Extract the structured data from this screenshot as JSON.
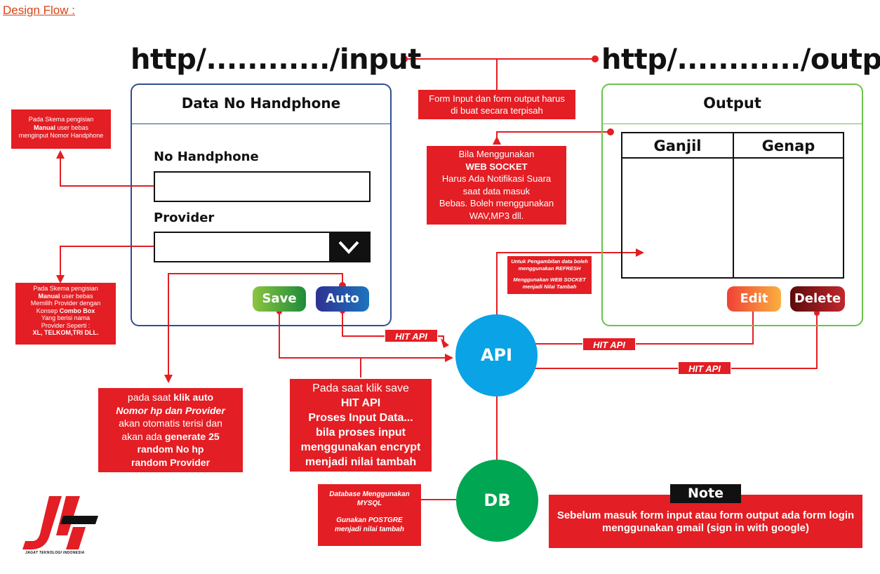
{
  "header": {
    "link_text": "Design Flow :"
  },
  "urls": {
    "input": "http/............/input",
    "output": "http/............/output"
  },
  "input_panel": {
    "title": "Data No Handphone",
    "phone_label": "No Handphone",
    "provider_label": "Provider",
    "save_label": "Save",
    "auto_label": "Auto"
  },
  "output_panel": {
    "title": "Output",
    "col_odd": "Ganjil",
    "col_even": "Genap",
    "edit_label": "Edit",
    "delete_label": "Delete"
  },
  "notes": {
    "separate_forms": [
      "Form Input dan form output harus",
      "di buat secara terpisah"
    ],
    "websocket": [
      "Bila Menggunakan",
      "WEB SOCKET",
      "Harus Ada Notifikasi Suara",
      "saat data masuk",
      "Bebas. Boleh menggunakan",
      "WAV,MP3 dll."
    ],
    "manual_phone": [
      "Pada Skema pengisian",
      "Manual",
      " user bebas",
      "menginput Nomor Handphone"
    ],
    "manual_provider": [
      "Pada Skema pengisian",
      "Manual",
      " user bebas",
      "Memilih Provider dengan",
      "Konsep ",
      "Combo Box",
      "Yang berisi nama",
      "Provider Seperti :",
      "XL, TELKOM,TRI DLL."
    ],
    "refresh": [
      "Untuk Pengambilan data boleh",
      "menggunakan REFRESH",
      "Menggunakan WEB SOCKET",
      "menjadi Nilai Tambah"
    ],
    "auto_click": [
      "pada saat ",
      "klik auto",
      "Nomor hp dan Provider",
      "akan otomatis terisi dan",
      "akan ada ",
      "generate 25",
      "random No hp",
      "random Provider"
    ],
    "save_click": [
      "Pada saat klik save",
      "HIT API",
      "Proses Input Data...",
      "bila proses input",
      "menggunakan encrypt",
      "menjadi nilai tambah"
    ],
    "database": [
      "Database Menggunakan",
      "MYSQL",
      "Gunakan POSTGRE",
      "menjadi nilai tambah"
    ]
  },
  "hit_api": [
    "HIT API",
    "HIT API",
    "HIT API"
  ],
  "nodes": {
    "api": "API",
    "db": "DB"
  },
  "note_box": {
    "heading": "Note",
    "text": "Sebelum masuk form input atau form output ada form login menggunakan gmail (sign in with google)"
  },
  "logo": {
    "caption": "JAGAT TEKNOLOGI INDONESIA"
  },
  "colors": {
    "accent_red": "#e31e24",
    "api_blue": "#0aa3e6",
    "db_green": "#00a651",
    "input_border": "#2f4f8f",
    "output_border": "#6cc24a"
  },
  "icons": {
    "dropdown": "chevron-down-icon",
    "connector": "dot-icon"
  }
}
